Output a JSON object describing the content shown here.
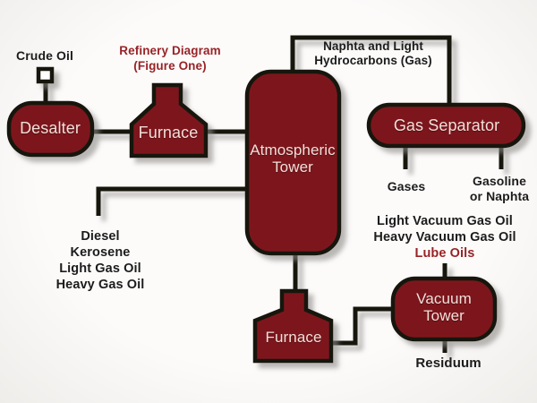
{
  "title": {
    "line1": "Refinery Diagram",
    "line2": "(Figure One)"
  },
  "source": {
    "crude_oil": "Crude Oil"
  },
  "nodes": {
    "desalter": {
      "label": "Desalter"
    },
    "furnace_top": {
      "label": "Furnace"
    },
    "atmospheric_tower": {
      "line1": "Atmospheric",
      "line2": "Tower"
    },
    "gas_separator": {
      "label": "Gas Separator"
    },
    "vacuum_tower": {
      "line1": "Vacuum",
      "line2": "Tower"
    },
    "furnace_bottom": {
      "label": "Furnace"
    }
  },
  "outputs": {
    "naphta": {
      "line1": "Naphta and Light",
      "line2": "Hydrocarbons (Gas)"
    },
    "gases": "Gases",
    "gasoline": {
      "line1": "Gasoline",
      "line2": "or Naphta"
    },
    "atmospheric_cuts": [
      "Diesel",
      "Kerosene",
      "Light Gas Oil",
      "Heavy Gas Oil"
    ],
    "vacuum_cuts": [
      "Light Vacuum Gas Oil",
      "Heavy Vacuum Gas Oil"
    ],
    "lube_oils": "Lube Oils",
    "residuum": "Residuum"
  },
  "colors": {
    "node_fill": "#7d161a",
    "node_outline": "#161210",
    "node_text": "#f2dfda",
    "accent_red": "#982327",
    "label_text": "#1c1c1c",
    "square_fill": "#ffffff",
    "background": "#f9f8f6"
  }
}
